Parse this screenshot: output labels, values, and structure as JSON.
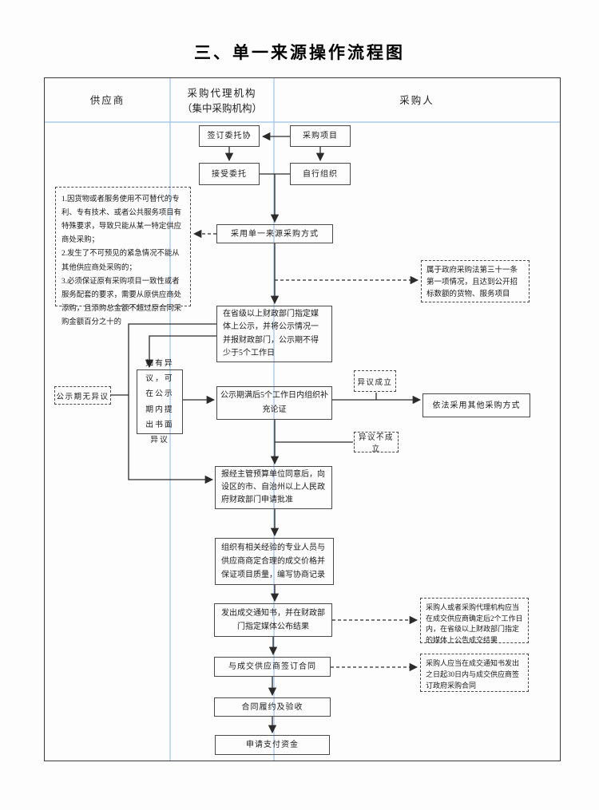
{
  "title": "三、单一来源操作流程图",
  "lanes": {
    "supplier": "供应商",
    "agency": "采购代理机构",
    "agency_sub": "（集中采购机构）",
    "purchaser": "采购人"
  },
  "nodes": {
    "sign_agreement": "签订委托协",
    "project": "采购项目",
    "accept": "接受委托",
    "self_organize": "自行组织",
    "single_source": "采用单一来源采购方式",
    "publicize": "在省级以上财政部门指定媒体上公示，并将公示情况一并报财政部门，公示期不得少于5个工作日",
    "objection": "如有异议，可在公示期内提出书面异议",
    "no_objection": "公示期无异议",
    "supplement": "公示期满后5个工作日内组织补充论证",
    "objection_valid": "异议成立",
    "objection_invalid": "异议不成立",
    "other_method": "依法采用其他采购方式",
    "approval": "报经主管预算单位同意后，向设区的市、自治州以上人民政府财政部门申请批准",
    "negotiate": "组织有相关经验的专业人员与供应商商定合理的成交价格并保证项目质量，编写协商记录",
    "notice": "发出成交通知书，并在财政部门指定媒体公布结果",
    "sign_contract": "与成交供应商签订合同",
    "fulfill": "合同履约及验收",
    "payment": "申请支付资金"
  },
  "notes": {
    "reasons": [
      "1.因货物或者服务使用不可替代的专利、专有技术、或者公共服务项目有特殊要求，导致只能从某一特定供应商处采购；",
      "2.发生了不可预见的紧急情况不能从其他供应商处采购的；",
      "3.必须保证原有采购项目一致性或者服务配套的要求，需要从原供应商处添购，且添购总金额不超过原合同采购金额百分之十的"
    ],
    "law_scope": "属于政府采购法第三十一条第一项情况，且达到公开招标数额的货物、服务项目",
    "announce": "采购人或者采购代理机构应当在成交供应商确定后2个工作日内，在省级以上财政部门指定的媒体上公告成交结果",
    "contract_deadline": "采购人应当在成交通知书发出之日起30日内与成交供应商签订政府采购合同"
  },
  "colors": {
    "lane_line": "#9dc3e6",
    "box_border": "#4a4a4a",
    "text": "#1a1a1a",
    "connector": "#2b2b2b"
  }
}
